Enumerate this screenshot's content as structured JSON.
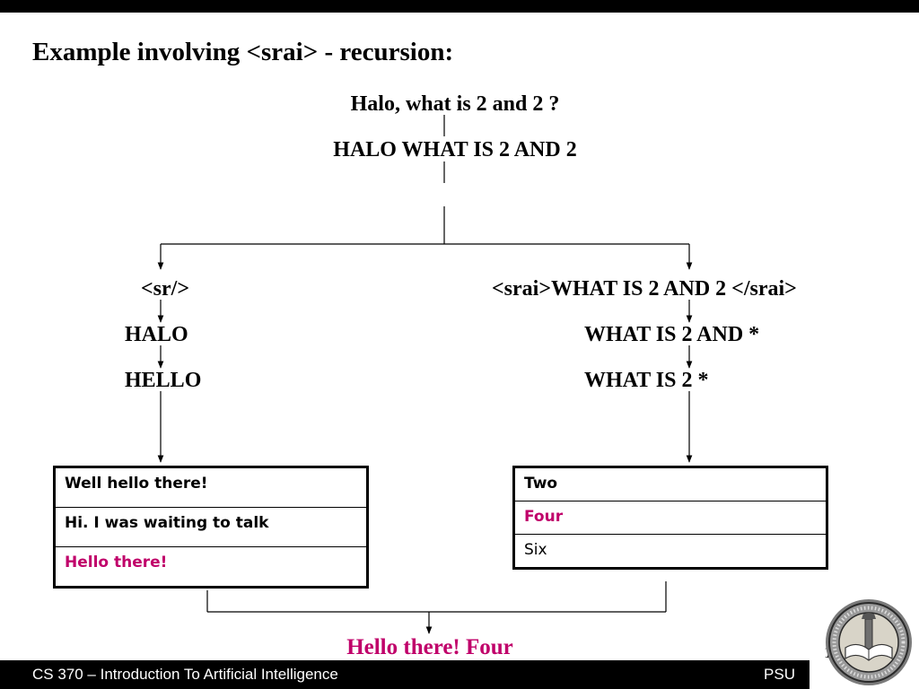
{
  "slide": {
    "title": "Example involving <srai> - recursion:",
    "input_sentence": "Halo, what is 2 and 2 ?",
    "normalized_input": "HALO WHAT IS 2 AND 2",
    "left_branch": {
      "tag": "<sr/>",
      "steps": [
        "HALO",
        "HELLO"
      ],
      "responses": [
        {
          "text": "Well hello there!",
          "bold": true,
          "selected": false
        },
        {
          "text": "Hi. I was waiting to talk",
          "bold": true,
          "selected": false
        },
        {
          "text": "Hello there!",
          "bold": true,
          "selected": true
        }
      ]
    },
    "right_branch": {
      "tag": "<srai>WHAT IS 2 AND 2 </srai>",
      "steps": [
        "WHAT IS 2 AND *",
        "WHAT IS 2 *"
      ],
      "responses": [
        {
          "text": "Two",
          "bold": true,
          "selected": false
        },
        {
          "text": "Four",
          "bold": true,
          "selected": true
        },
        {
          "text": "Six",
          "bold": false,
          "selected": false
        }
      ]
    },
    "result": "Hello there! Four",
    "page_number": "15"
  },
  "footer": {
    "course": "CS 370 – Introduction To Artificial Intelligence",
    "org": "PSU"
  },
  "colors": {
    "highlight": "#c0006a",
    "text": "#000000",
    "footer_bg": "#000000",
    "footer_text": "#ffffff"
  },
  "icons": {
    "logo": "university-seal-icon"
  }
}
